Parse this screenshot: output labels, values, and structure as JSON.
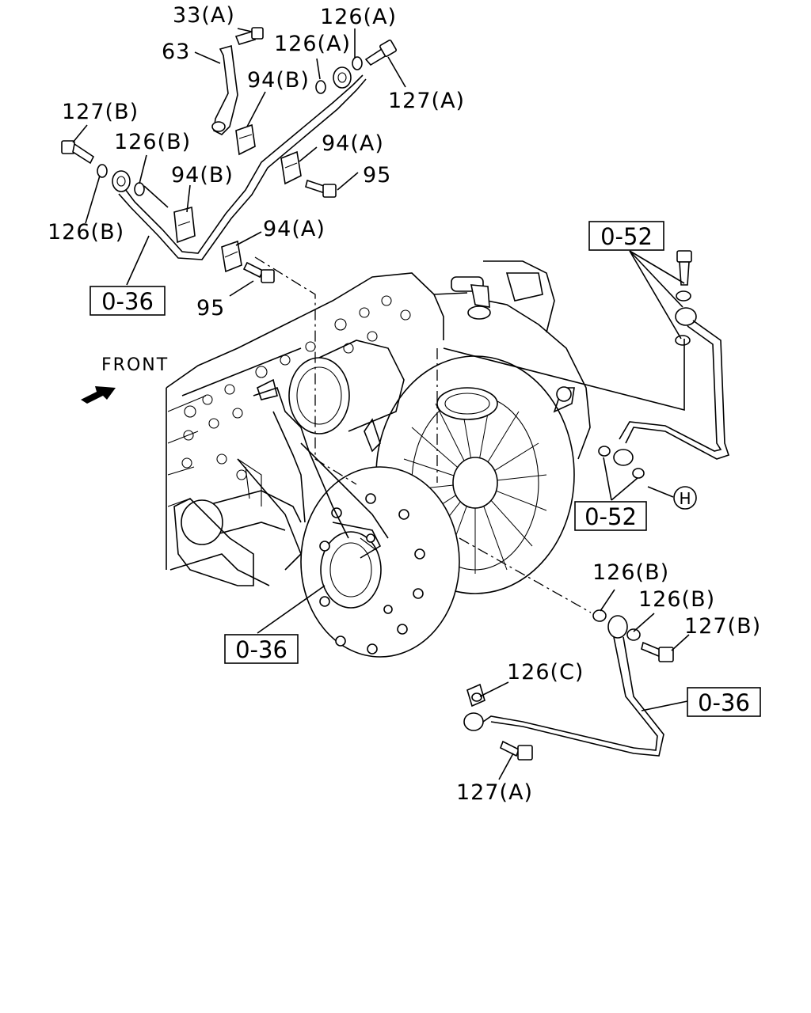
{
  "callouts": {
    "c33a": "33(A)",
    "c126a_top": "126(A)",
    "c63": "63",
    "c126a_mid": "126(A)",
    "c94b_top": "94(B)",
    "c127a_top": "127(A)",
    "c127b_left": "127(B)",
    "c126b_left_top": "126(B)",
    "c94a_right": "94(A)",
    "c94b_left": "94(B)",
    "c95_right": "95",
    "c126b_left_bottom": "126(B)",
    "c94a_bottom": "94(A)",
    "c95_bottom": "95",
    "c126b_right_top": "126(B)",
    "c126b_right_mid": "126(B)",
    "c127b_right": "127(B)",
    "c126c": "126(C)",
    "c127a_bottom": "127(A)"
  },
  "refs": {
    "ref_036_top": "0-36",
    "ref_052_top": "0-52",
    "ref_052_mid": "0-52",
    "ref_036_center": "0-36",
    "ref_036_right": "0-36"
  },
  "front_label": "FRONT",
  "circle_marker": "H",
  "colors": {
    "line": "#000000",
    "background": "#ffffff"
  }
}
